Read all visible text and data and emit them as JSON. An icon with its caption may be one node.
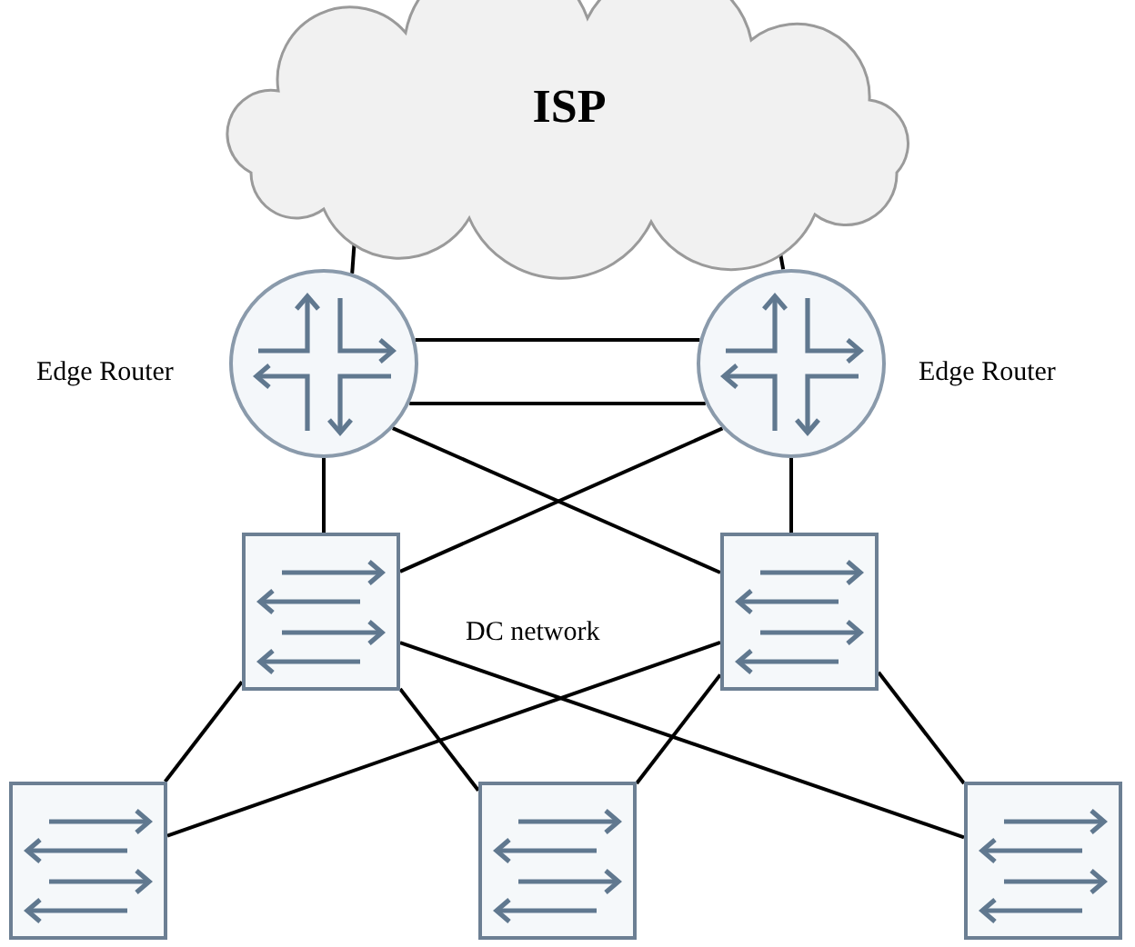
{
  "diagram": {
    "nodes": [
      {
        "text": [
          "ISP"
        ]
      },
      {
        "text": [],
        "shape": "circle",
        "beside": [
          "Edge Router"
        ]
      },
      {
        "text": [],
        "shape": "circle",
        "beside": [
          "Edge Router"
        ]
      },
      {
        "text": [],
        "shape": "box"
      },
      {
        "text": [],
        "shape": "box"
      },
      {
        "text": [],
        "shape": "box"
      },
      {
        "text": [],
        "shape": "box"
      },
      {
        "text": [],
        "shape": "box"
      }
    ],
    "edges": [
      {
        "from": 0,
        "to": 1,
        "arrow": "none"
      },
      {
        "from": 0,
        "to": 2,
        "arrow": "none"
      },
      {
        "from": 1,
        "to": 2,
        "arrow": "none"
      },
      {
        "from": 1,
        "to": 2,
        "arrow": "none"
      },
      {
        "from": 1,
        "to": 3,
        "arrow": "none"
      },
      {
        "from": 1,
        "to": 4,
        "arrow": "none"
      },
      {
        "from": 2,
        "to": 3,
        "arrow": "none"
      },
      {
        "from": 2,
        "to": 4,
        "arrow": "none"
      },
      {
        "from": 3,
        "to": 5,
        "arrow": "none"
      },
      {
        "from": 3,
        "to": 6,
        "arrow": "none"
      },
      {
        "from": 3,
        "to": 7,
        "arrow": "none"
      },
      {
        "from": 4,
        "to": 5,
        "arrow": "none"
      },
      {
        "from": 4,
        "to": 6,
        "arrow": "none"
      },
      {
        "from": 4,
        "to": 7,
        "arrow": "none"
      }
    ],
    "labels": [
      "DC network"
    ]
  }
}
